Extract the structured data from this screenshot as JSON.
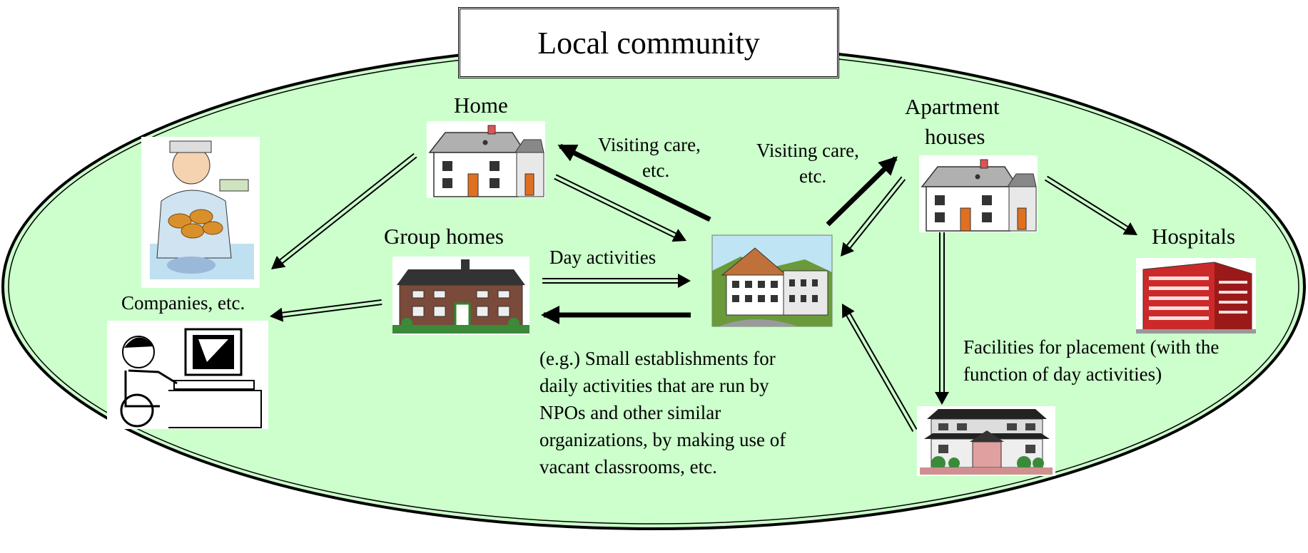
{
  "title": "Local community",
  "colors": {
    "community_fill": "#ccffcc",
    "outline": "#000000"
  },
  "nodes": {
    "home": {
      "label": "Home",
      "icon": "house-icon"
    },
    "apartment_houses": {
      "label_line1": "Apartment",
      "label_line2": "houses",
      "icon": "house-icon"
    },
    "group_homes": {
      "label": "Group homes",
      "icon": "group-home-icon"
    },
    "day_facility": {
      "icon": "day-activity-facility-icon"
    },
    "hospitals": {
      "label": "Hospitals",
      "icon": "hospital-building-icon"
    },
    "placement_facility": {
      "icon": "placement-facility-icon"
    },
    "companies": {
      "label": "Companies, etc.",
      "icons": [
        "baker-worker-icon",
        "wheelchair-computer-user-icon"
      ]
    }
  },
  "edge_labels": {
    "visiting_care_left_line1": "Visiting care,",
    "visiting_care_left_line2": "etc.",
    "visiting_care_right_line1": "Visiting care,",
    "visiting_care_right_line2": "etc.",
    "day_activities": "Day activities"
  },
  "notes": {
    "small_establishments_lines": [
      "(e.g.) Small  establishments for",
      "daily activities that are run by",
      "NPOs and other similar",
      "organizations, by making use of",
      "vacant classrooms, etc."
    ],
    "placement_lines": [
      "Facilities for placement (with the",
      "function of day activities)"
    ]
  }
}
